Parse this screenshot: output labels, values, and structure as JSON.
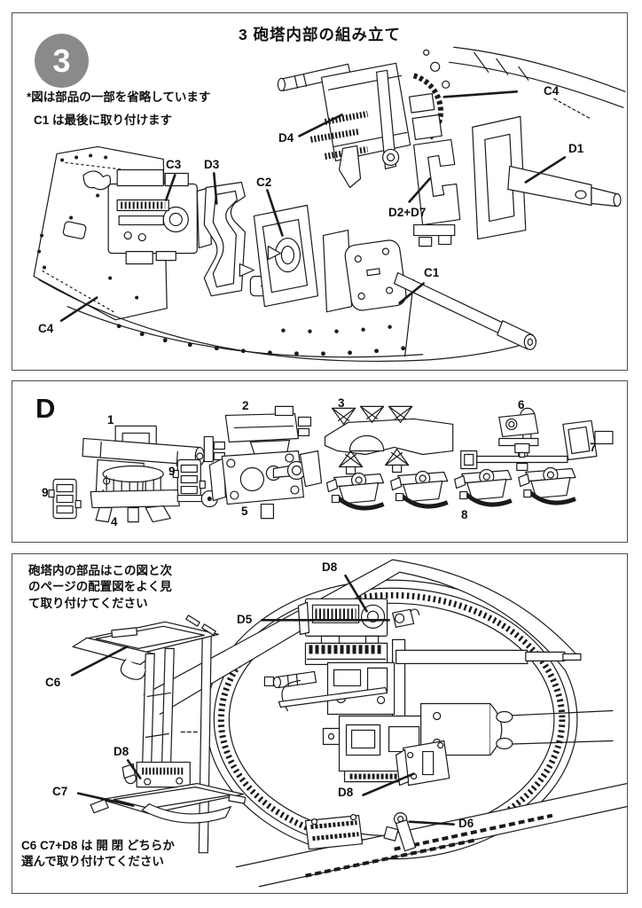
{
  "page": {
    "step_badge": "3",
    "title": "3 砲塔内部の組み立て"
  },
  "colors": {
    "step_badge_bg": "#8a8a8a",
    "line": "#1a1a1a",
    "panel_border": "#4d4d4d"
  },
  "assembly_panel": {
    "note_line1": "*図は部品の一部を省略しています",
    "note_line2": "C1 は最後に取り付けます",
    "labels": {
      "c4_top": "C4",
      "d1": "D1",
      "d2_d7": "D2+D7",
      "d4": "D4",
      "c3": "C3",
      "d3": "D3",
      "c2": "C2",
      "c1": "C1",
      "c4_bottom": "C4"
    }
  },
  "parts_panel": {
    "sprue_letter": "D",
    "numbers": {
      "n1": "1",
      "n2": "2",
      "n3": "3",
      "n4": "4",
      "n5": "5",
      "n6": "6",
      "n7": "7",
      "n8": "8",
      "n9_left": "9",
      "n9_right": "9"
    }
  },
  "turret_panel": {
    "note_top": "砲塔内の部品はこの図と次\nのページの配置図をよく見\nて取り付けてください",
    "note_bottom": "C6 C7+D8 は 開 閉 どちらか\n選んで取り付けてください",
    "labels": {
      "d8_top": "D8",
      "d5": "D5",
      "c6": "C6",
      "d8_left": "D8",
      "c7": "C7",
      "d8_bottom": "D8",
      "d6": "D6"
    }
  }
}
